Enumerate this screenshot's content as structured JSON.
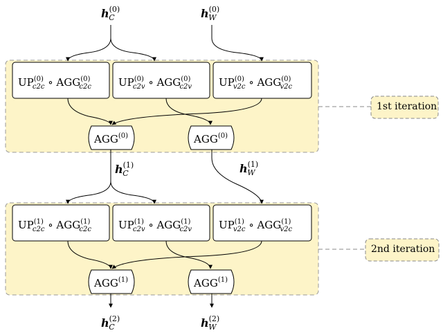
{
  "inputs": {
    "h_c": {
      "base": "h",
      "sub": "C",
      "sup": "(0)"
    },
    "h_w": {
      "base": "h",
      "sub": "W",
      "sup": "(0)"
    }
  },
  "iterations": [
    {
      "label": "1st iteration",
      "ops": [
        {
          "up": "UP",
          "up_sup": "(0)",
          "up_sub": "c2c",
          "circ": "∘",
          "agg": "AGG",
          "agg_sup": "(0)",
          "agg_sub": "c2c"
        },
        {
          "up": "UP",
          "up_sup": "(0)",
          "up_sub": "c2v",
          "circ": "∘",
          "agg": "AGG",
          "agg_sup": "(0)",
          "agg_sub": "c2v"
        },
        {
          "up": "UP",
          "up_sup": "(0)",
          "up_sub": "v2c",
          "circ": "∘",
          "agg": "AGG",
          "agg_sup": "(0)",
          "agg_sub": "v2c"
        }
      ],
      "aggs": [
        {
          "label": "AGG",
          "sup": "(0)"
        },
        {
          "label": "AGG",
          "sup": "(0)"
        }
      ],
      "outputs": [
        {
          "base": "h",
          "sub": "C",
          "sup": "(1)"
        },
        {
          "base": "h",
          "sub": "W",
          "sup": "(1)"
        }
      ]
    },
    {
      "label": "2nd iteration",
      "ops": [
        {
          "up": "UP",
          "up_sup": "(1)",
          "up_sub": "c2c",
          "circ": "∘",
          "agg": "AGG",
          "agg_sup": "(1)",
          "agg_sub": "c2c"
        },
        {
          "up": "UP",
          "up_sup": "(1)",
          "up_sub": "c2v",
          "circ": "∘",
          "agg": "AGG",
          "agg_sup": "(1)",
          "agg_sub": "c2v"
        },
        {
          "up": "UP",
          "up_sup": "(1)",
          "up_sub": "v2c",
          "circ": "∘",
          "agg": "AGG",
          "agg_sup": "(1)",
          "agg_sub": "v2c"
        }
      ],
      "aggs": [
        {
          "label": "AGG",
          "sup": "(1)"
        },
        {
          "label": "AGG",
          "sup": "(1)"
        }
      ],
      "outputs": [
        {
          "base": "h",
          "sub": "C",
          "sup": "(2)"
        },
        {
          "base": "h",
          "sub": "W",
          "sup": "(2)"
        }
      ]
    }
  ],
  "colors": {
    "panel_fill": "#FDF4C8",
    "panel_border": "#999999",
    "line": "#000000",
    "dash": "#888888"
  }
}
